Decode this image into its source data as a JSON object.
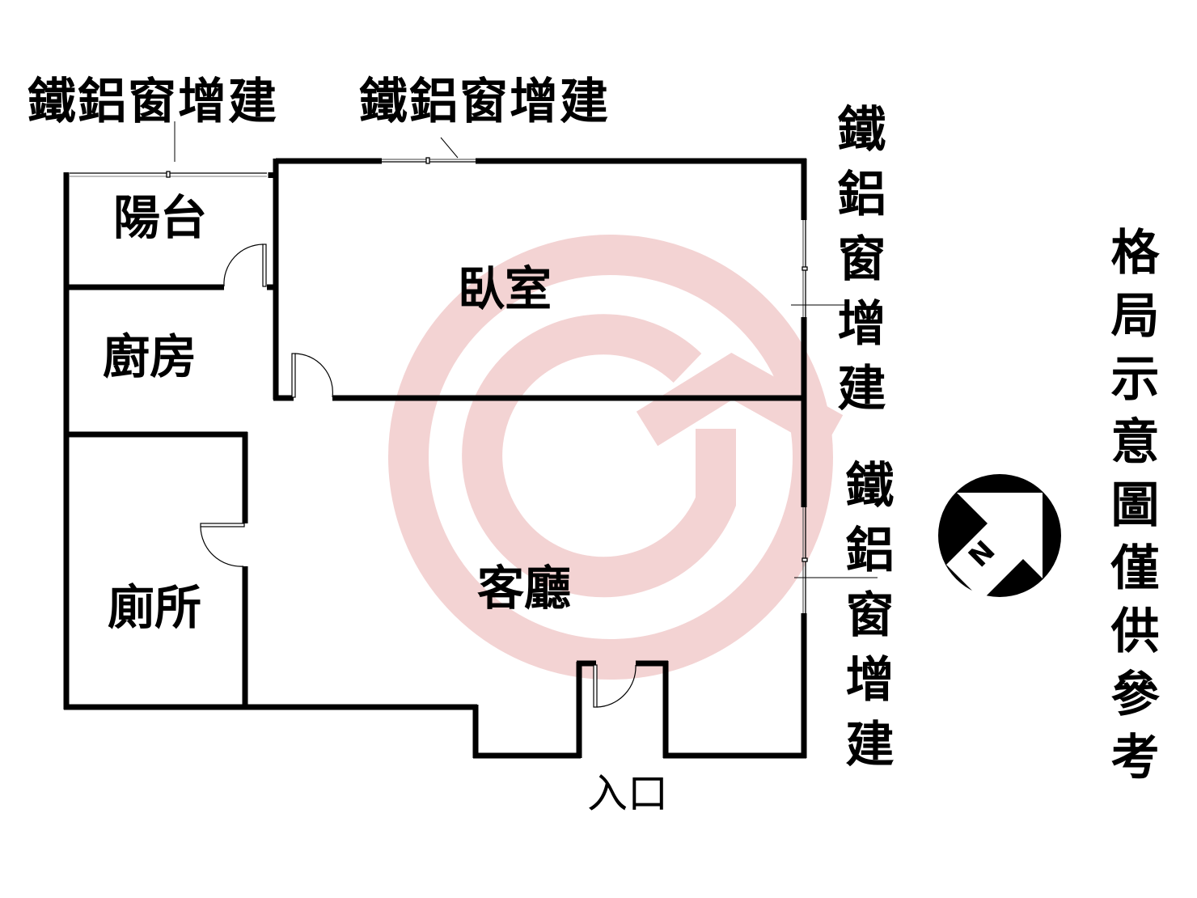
{
  "diagram": {
    "type": "floor-plan",
    "watermark_color": "#f3d3d3",
    "wall_color": "#000000",
    "rooms": [
      {
        "id": "balcony",
        "label": "陽台"
      },
      {
        "id": "bedroom",
        "label": "臥室"
      },
      {
        "id": "kitchen",
        "label": "廚房"
      },
      {
        "id": "toilet",
        "label": "廁所"
      },
      {
        "id": "living",
        "label": "客廳"
      }
    ],
    "annotations": {
      "window_top_left": "鐵鋁窗增建",
      "window_top_center": "鐵鋁窗增建",
      "window_right_upper": "鐵鋁窗增建",
      "window_right_lower": "鐵鋁窗增建"
    },
    "entrance_label": "入口",
    "compass": {
      "label": "N",
      "direction": "north-east"
    },
    "disclaimer": "格局示意圖僅供參考"
  }
}
